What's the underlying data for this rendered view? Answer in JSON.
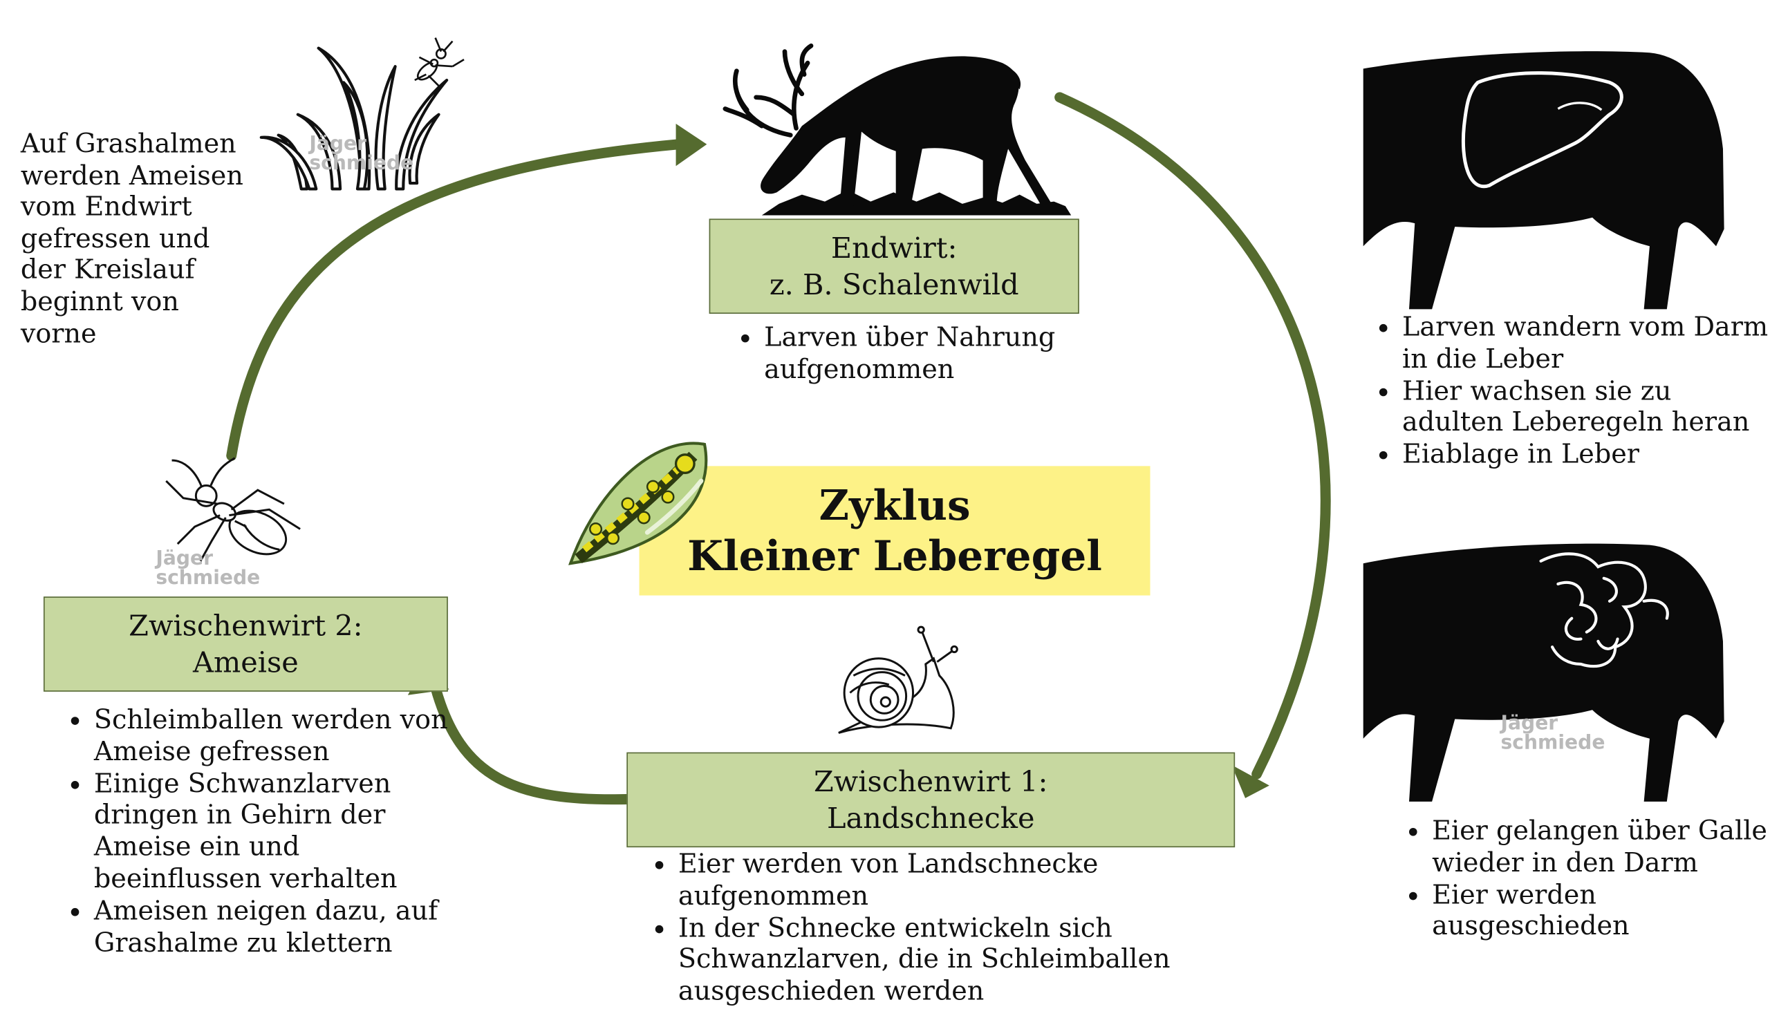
{
  "title": {
    "line1": "Zyklus",
    "line2": "Kleiner Leberegel"
  },
  "endwirt": {
    "line1": "Endwirt:",
    "line2": "z. B. Schalenwild",
    "bullets": [
      "Larven über Nahrung aufgenommen"
    ]
  },
  "zwischenwirt1": {
    "line1": "Zwischenwirt 1:",
    "line2": "Landschnecke",
    "bullets": [
      "Eier werden von Landschnecke aufgenommen",
      "In der Schnecke entwickeln sich Schwanzlarven, die in Schleimballen ausgeschieden werden"
    ]
  },
  "zwischenwirt2": {
    "line1": "Zwischenwirt 2:",
    "line2": "Ameise",
    "bullets": [
      "Schleimballen werden von Ameise gefressen",
      "Einige Schwanzlarven dringen in Gehirn der Ameise ein und beeinflussen verhalten",
      "Ameisen neigen dazu, auf Grashalme zu klettern"
    ]
  },
  "liver_panel": {
    "bullets": [
      "Larven wandern vom Darm in die Leber",
      "Hier wachsen sie zu adulten Leberegeln heran",
      "Eiablage in Leber"
    ]
  },
  "gut_panel": {
    "bullets": [
      "Eier gelangen über Galle wieder in den Darm",
      "Eier werden ausgeschieden"
    ]
  },
  "grass_note": "Auf Grashalmen werden Ameisen vom Endwirt gefressen und der Kreislauf beginnt von vorne",
  "watermark": {
    "line1": "Jäger",
    "line2": "schmiede"
  },
  "colors": {
    "box_fill": "#c7d8a0",
    "title_fill": "#fdf287",
    "arrow": "#556b2f",
    "silhouette": "#0a0a0a",
    "fluke_yellow": "#e6dc1c"
  }
}
